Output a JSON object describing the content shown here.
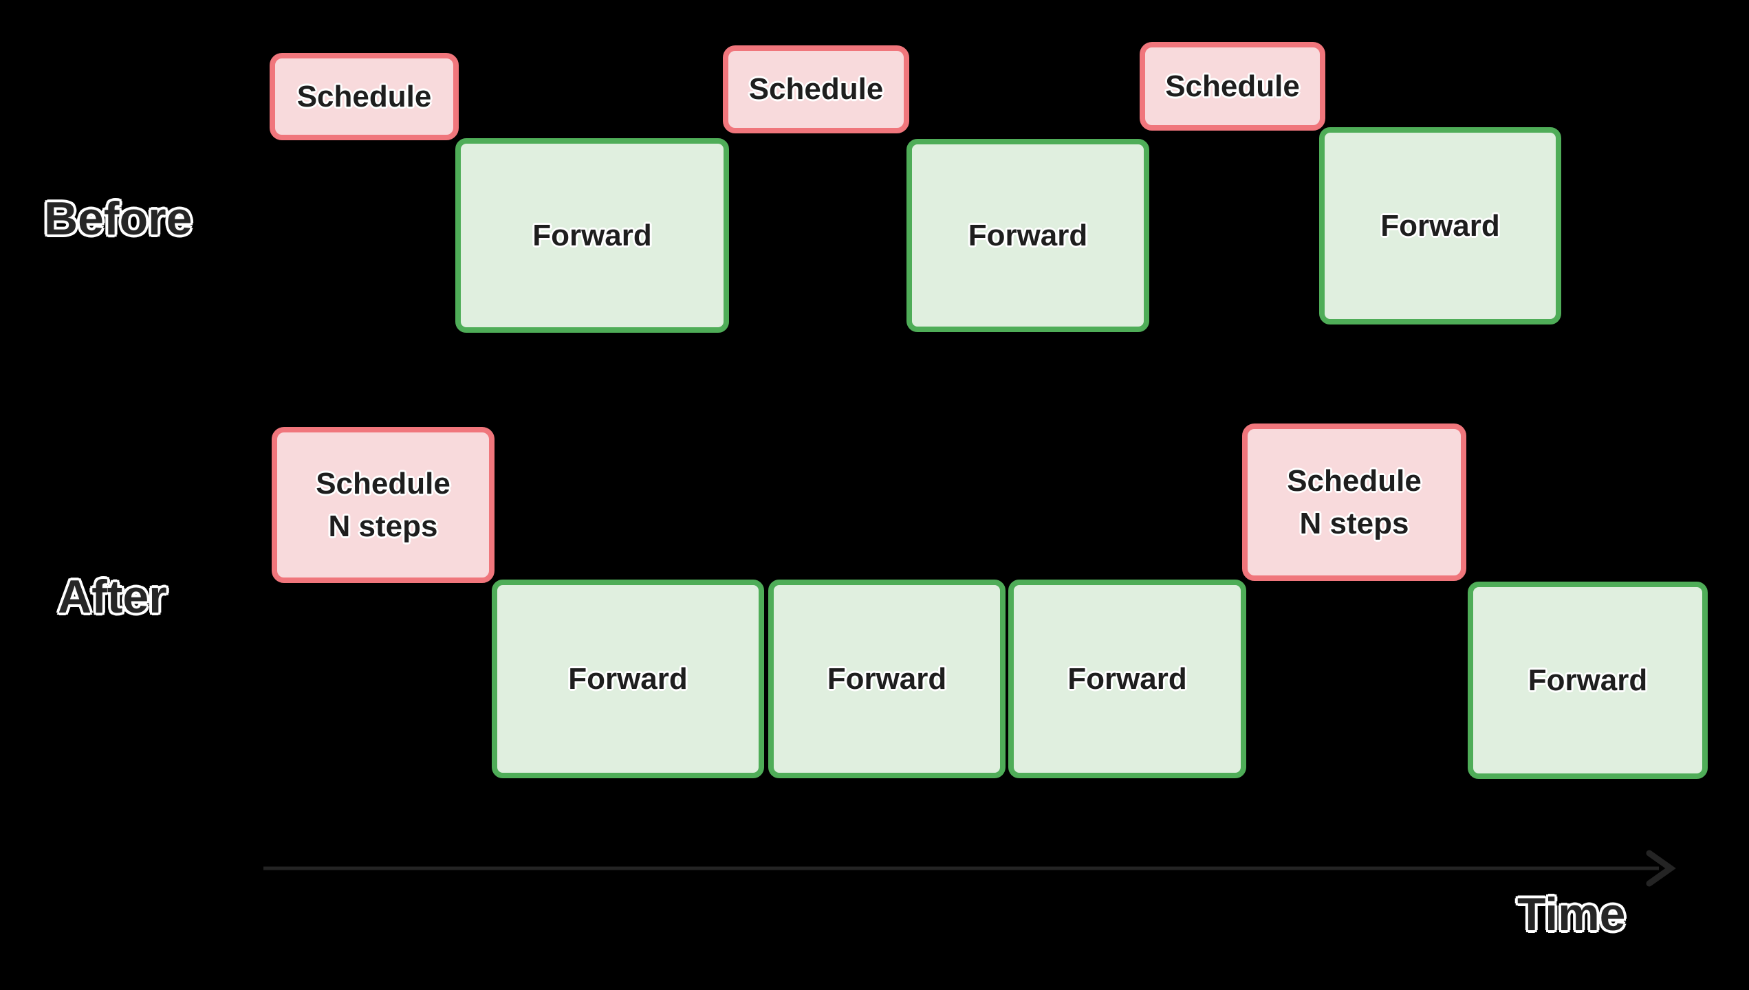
{
  "colors": {
    "background": "#000000",
    "schedule-fill": "#F8DADC",
    "schedule-border": "#F0767C",
    "forward-fill": "#E0EFDF",
    "forward-border": "#4FAD58",
    "box-text": "#1E1E1E",
    "label-text": "#262626",
    "outline": "#FFFFFF",
    "arrow": "#242424"
  },
  "rows": {
    "before": {
      "label": "Before",
      "schedules": [
        "Schedule",
        "Schedule",
        "Schedule"
      ],
      "forwards": [
        "Forward",
        "Forward",
        "Forward"
      ]
    },
    "after": {
      "label": "After",
      "schedules": [
        {
          "line1": "Schedule",
          "line2": "N steps"
        },
        {
          "line1": "Schedule",
          "line2": "N steps"
        }
      ],
      "forwards": [
        "Forward",
        "Forward",
        "Forward",
        "Forward"
      ]
    }
  },
  "axis": {
    "label": "Time"
  }
}
